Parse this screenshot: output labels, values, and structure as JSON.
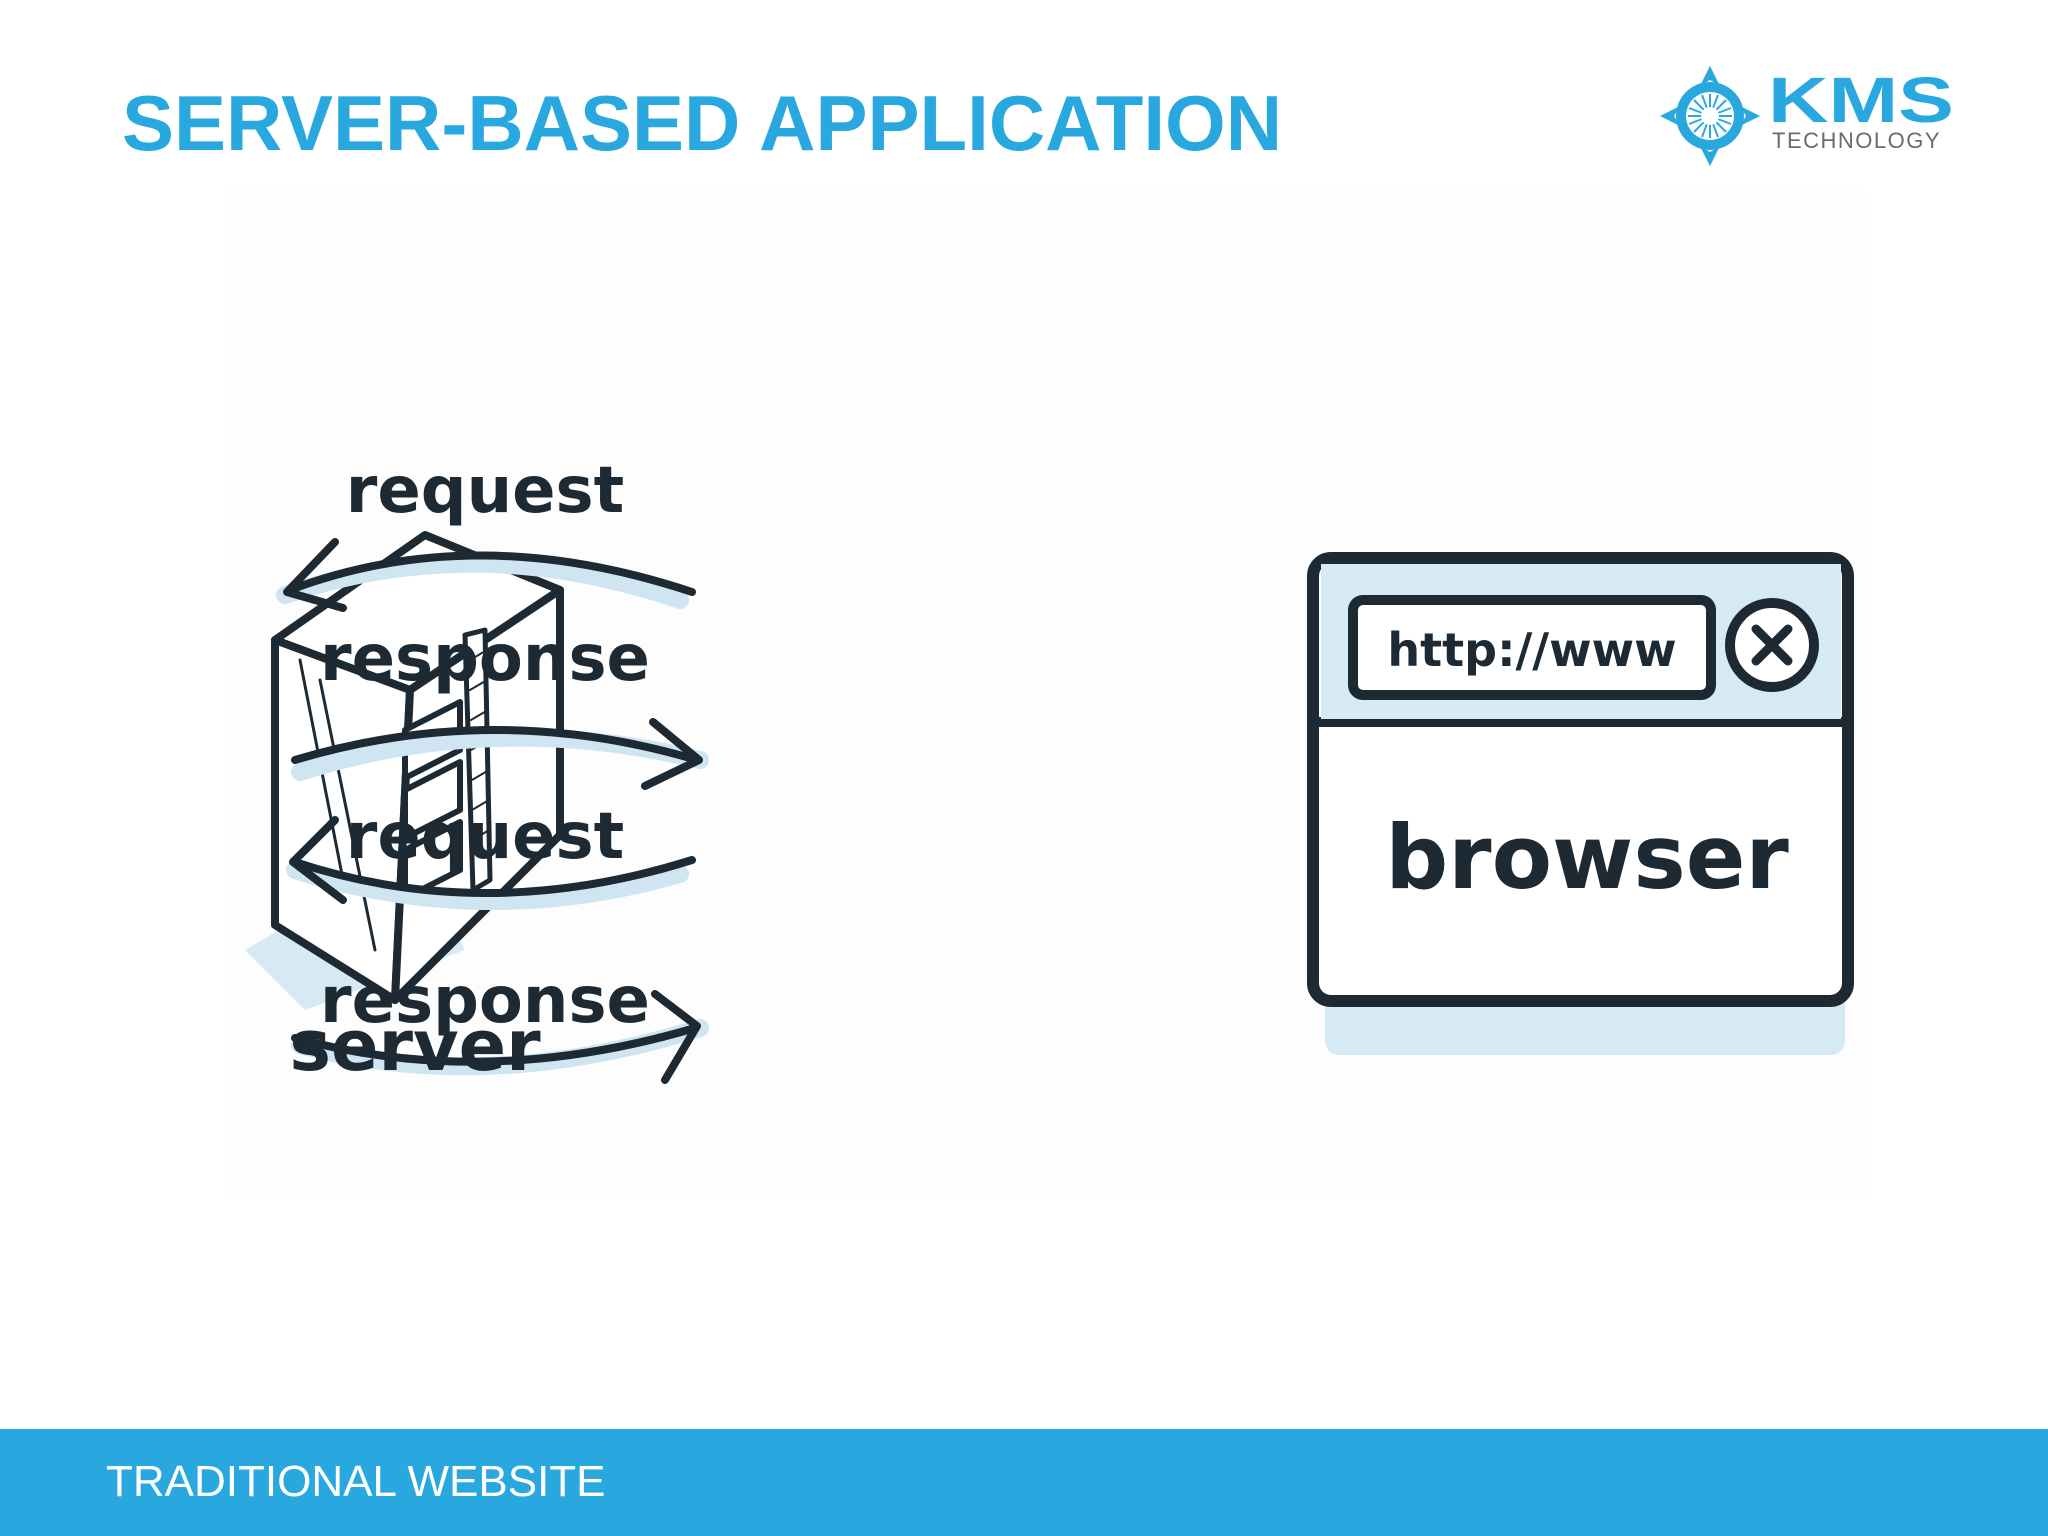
{
  "title": "SERVER-BASED APPLICATION",
  "logo": {
    "name": "KMS",
    "subtitle": "TECHNOLOGY"
  },
  "diagram": {
    "server_label": "server",
    "browser_label": "browser",
    "url_text": "http://www",
    "arrows": [
      {
        "label": "request",
        "direction": "to-server"
      },
      {
        "label": "response",
        "direction": "to-browser"
      },
      {
        "label": "request",
        "direction": "to-server"
      },
      {
        "label": "response",
        "direction": "to-browser"
      }
    ]
  },
  "footer": {
    "text": "TRADITIONAL WEBSITE"
  },
  "colors": {
    "accent": "#29a8e0",
    "ink": "#1d2a33",
    "shadow": "#cfe6f2"
  }
}
